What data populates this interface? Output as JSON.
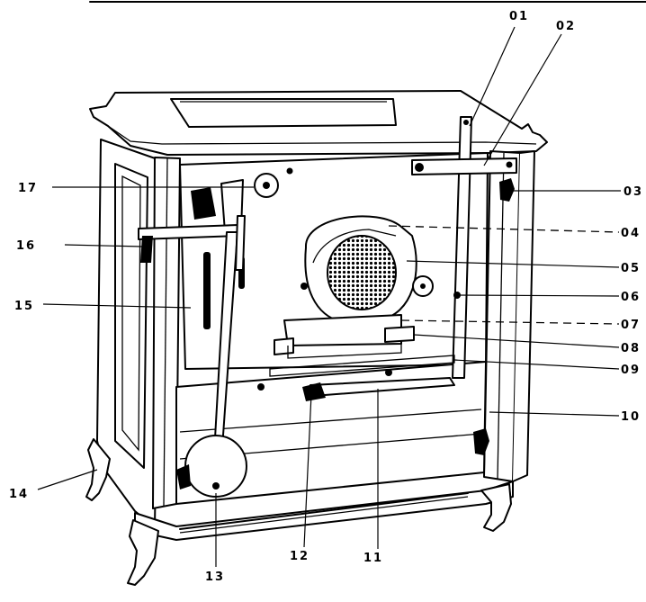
{
  "diagram": {
    "labels": {
      "l01": "01",
      "l02": "02",
      "l03": "03",
      "l04": "04",
      "l05": "05",
      "l06": "06",
      "l07": "07",
      "l08": "08",
      "l09": "09",
      "l10": "10",
      "l11": "11",
      "l12": "12",
      "l13": "13",
      "l14": "14",
      "l15": "15",
      "l16": "16",
      "l17": "17"
    }
  }
}
